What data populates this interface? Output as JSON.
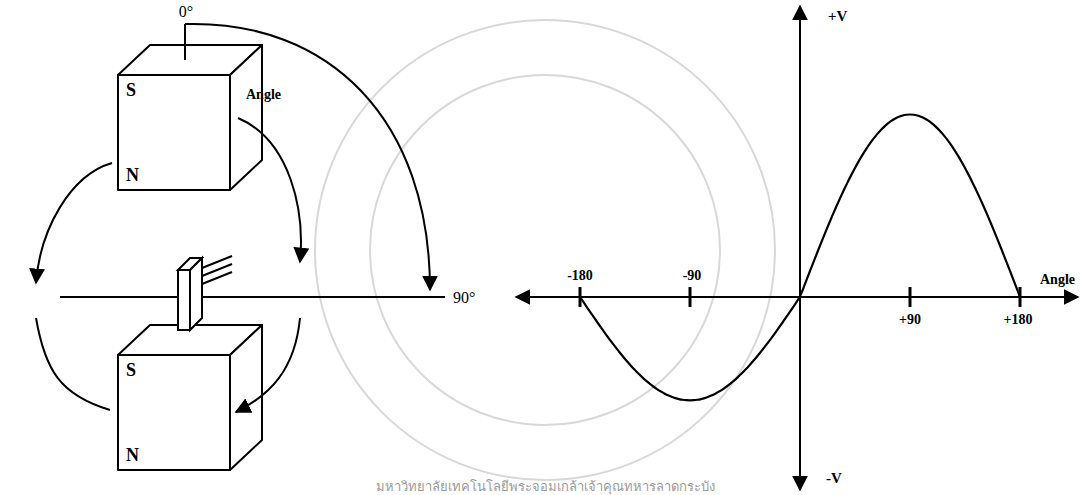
{
  "diagram": {
    "nodes": [
      {
        "text": [
          "S",
          "N"
        ]
      },
      {
        "text": [
          "S",
          "N"
        ]
      }
    ],
    "labels": [
      "0°",
      "Angle",
      "90°",
      "+V",
      "-V",
      "Angle",
      "-180",
      "-90",
      "+90",
      "+180",
      "มหาวิทยาลัยเทคโนโลยีพระจอมเกล้าเจ้าคุณทหารลาดกระบัง"
    ]
  }
}
